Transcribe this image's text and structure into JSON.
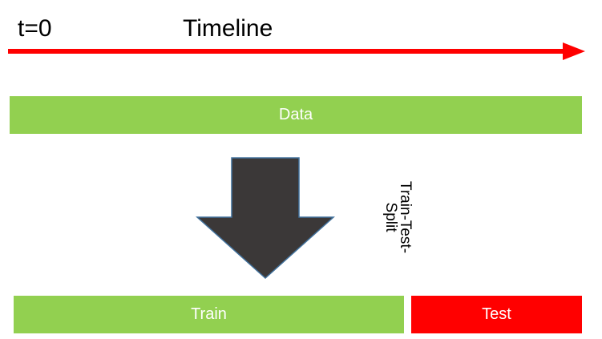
{
  "timeline": {
    "start_label": "t=0",
    "title": "Timeline"
  },
  "bars": {
    "data_label": "Data",
    "train_label": "Train",
    "test_label": "Test"
  },
  "split": {
    "label": "Train-Test-Split"
  },
  "colors": {
    "timeline_arrow": "#ff0000",
    "data_bar": "#92d050",
    "train_bar": "#92d050",
    "test_bar": "#ff0000",
    "split_arrow_fill": "#3b3838",
    "split_arrow_stroke": "#41719c"
  },
  "icons": {
    "timeline": "right-arrow-icon",
    "split": "down-arrow-icon"
  }
}
